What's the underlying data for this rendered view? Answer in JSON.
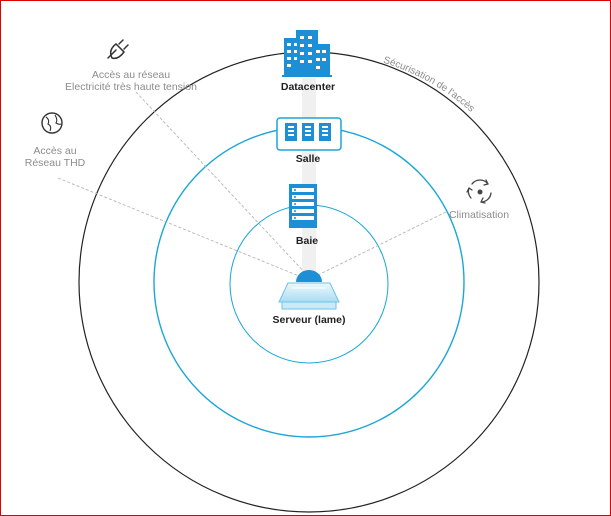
{
  "nodes": {
    "datacenter": "Datacenter",
    "salle": "Salle",
    "baie": "Baie",
    "serveur": "Serveur (lame)"
  },
  "resources": {
    "power_line1": "Accès au réseau",
    "power_line2": "Electricité très haute tension",
    "network_line1": "Accès au",
    "network_line2": "Réseau THD",
    "cooling": "Climatisation"
  },
  "arc_label": "Sécurisation de l'accès",
  "icons": {
    "datacenter": "building-icon",
    "salle": "server-room-icon",
    "baie": "rack-icon",
    "serveur": "blade-server-icon",
    "power": "plug-icon",
    "network": "globe-icon",
    "cooling": "recycle-fan-icon"
  },
  "colors": {
    "ring_outer": "#222222",
    "ring_inner": "#1aa6d6",
    "icon_blue": "#1c8fd6",
    "icon_light": "#d8f0fb",
    "frame": "#e00000",
    "leader": "#b5b5b5",
    "text_grey": "#8c8c8c"
  }
}
